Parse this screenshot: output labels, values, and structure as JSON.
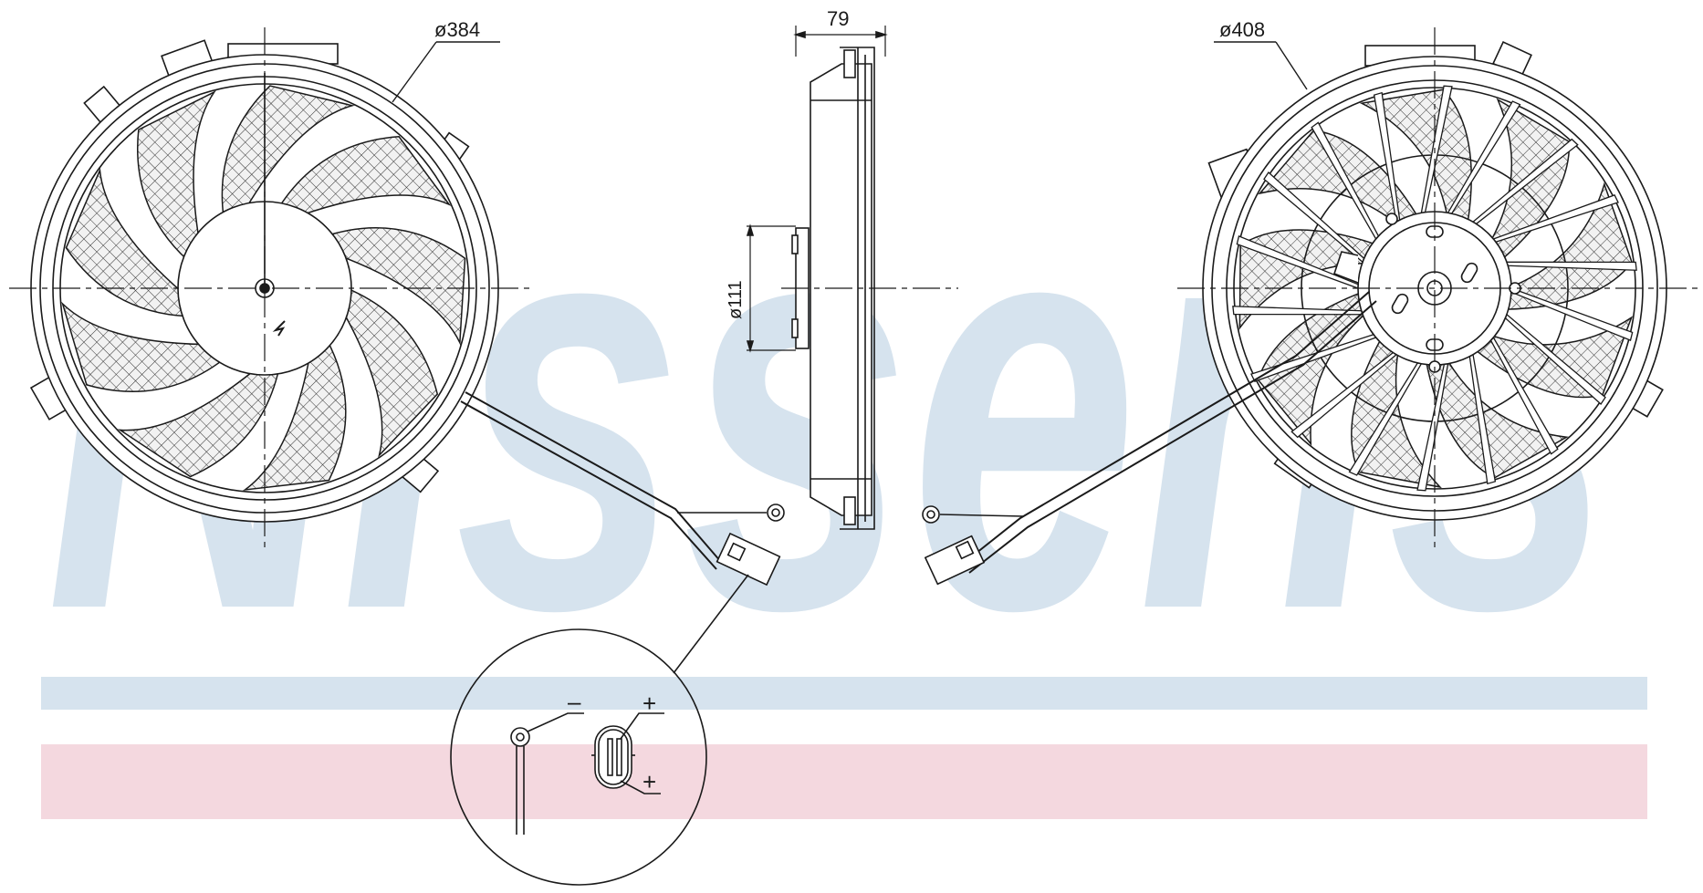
{
  "watermark": {
    "text": "Nissens",
    "color": "#d6e3ee",
    "band_top_color": "#d6e3ee",
    "band_bottom_color": "#f4d8df"
  },
  "line_color": "#1a1a1a",
  "dimensions": {
    "front_diameter": "ø384",
    "depth": "79",
    "motor_diameter": "ø111",
    "rear_diameter": "ø408"
  },
  "connector_detail": {
    "minus_label": "–",
    "plus_top_label": "+",
    "plus_bottom_label": "+"
  }
}
